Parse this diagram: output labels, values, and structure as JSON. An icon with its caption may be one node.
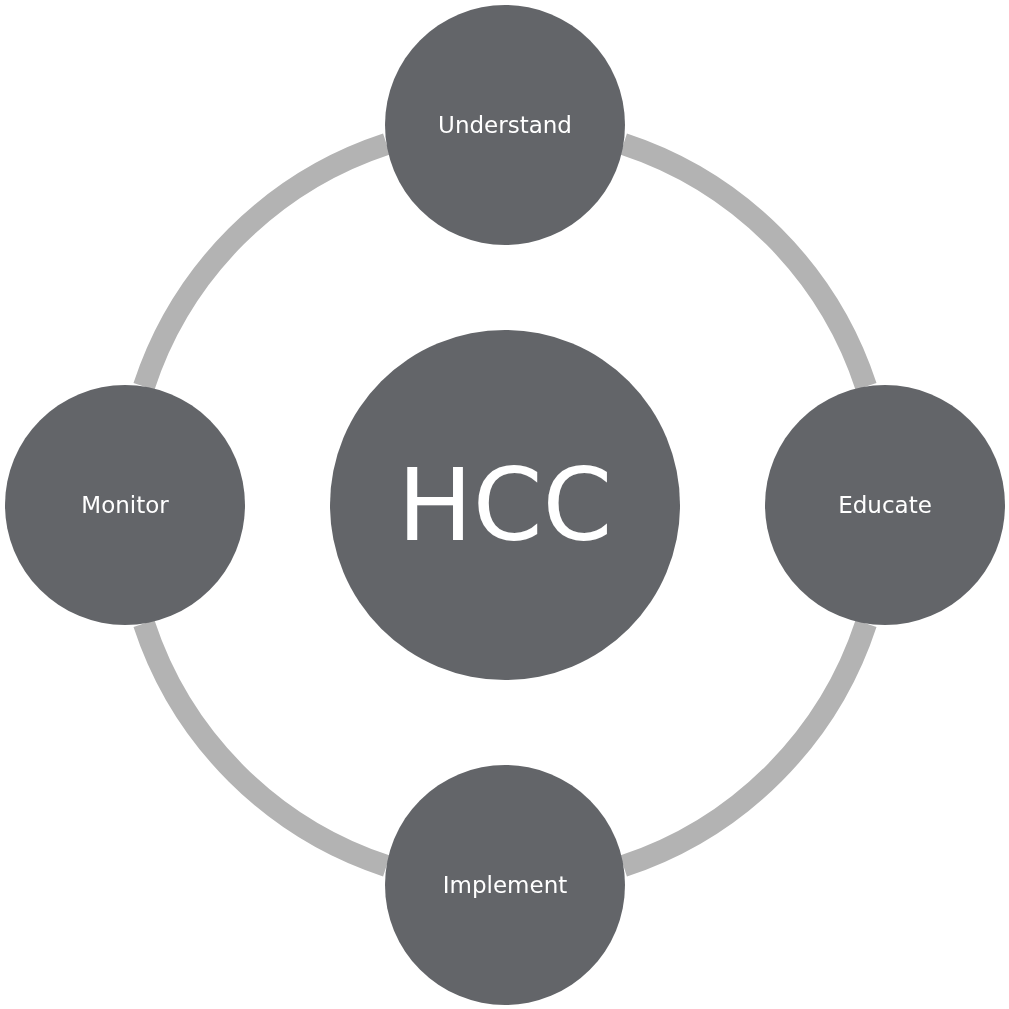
{
  "diagram": {
    "nodes": [
      {
        "text": [
          "Understand"
        ]
      },
      {
        "text": [
          "Monitor"
        ]
      },
      {
        "text": [
          "HCC"
        ]
      },
      {
        "text": [
          "Educate"
        ]
      },
      {
        "text": [
          "Implement"
        ]
      }
    ],
    "edges": [
      {
        "from": 0,
        "to": 3,
        "arrow": "none"
      },
      {
        "from": 3,
        "to": 4,
        "arrow": "none"
      },
      {
        "from": 4,
        "to": 1,
        "arrow": "none"
      },
      {
        "from": 1,
        "to": 0,
        "arrow": "none"
      }
    ]
  }
}
